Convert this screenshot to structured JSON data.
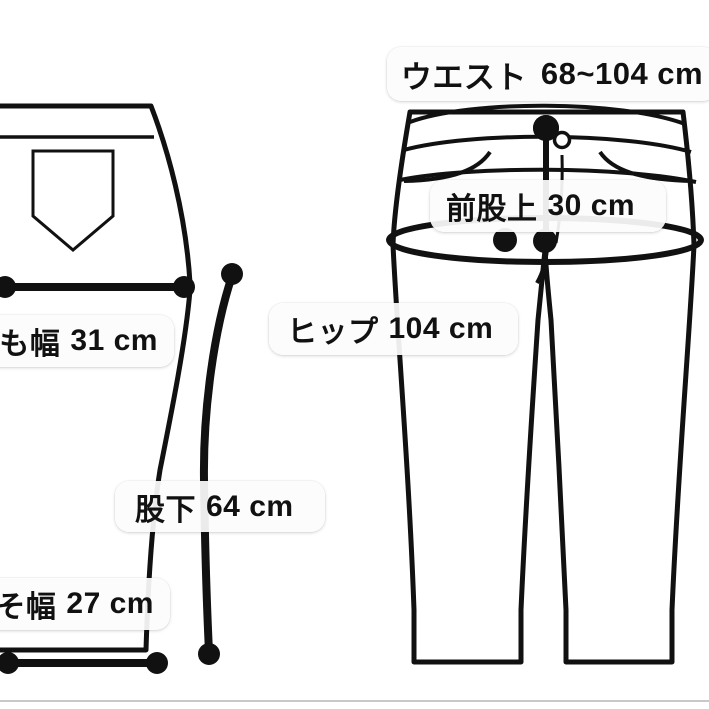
{
  "page": {
    "background_color": "#ffffff",
    "line_color": "#111111",
    "label_bg_color": "#fcfcfc",
    "text_color": "#111111",
    "unit": "cm"
  },
  "measurements": {
    "waist": {
      "name": "ウエスト",
      "value": "68~104 cm"
    },
    "front_rise": {
      "name": "前股上",
      "value": "30 cm"
    },
    "hip": {
      "name": "ヒップ",
      "value": "104 cm"
    },
    "inseam": {
      "name": "股下",
      "value": "64 cm"
    },
    "thigh": {
      "name": "も幅",
      "value": "31 cm"
    },
    "hem": {
      "name": "そ幅",
      "value": "27 cm"
    }
  },
  "chart_data": {
    "type": "table",
    "title": "",
    "categories": [
      "ウエスト",
      "前股上",
      "ヒップ",
      "股下",
      "も幅",
      "そ幅"
    ],
    "values": [
      "68~104",
      "30",
      "104",
      "64",
      "31",
      "27"
    ],
    "unit": "cm"
  }
}
